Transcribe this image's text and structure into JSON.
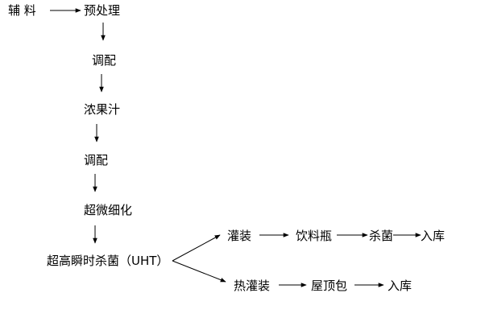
{
  "diagram": {
    "nodes": {
      "auxiliary": "辅 料",
      "pretreatment": "预处理",
      "blending_1": "调配",
      "concentrate": "浓果汁",
      "blending_2": "调配",
      "micronization": "超微细化",
      "uht": "超高瞬时杀菌（UHT）",
      "filling": "灌装",
      "beverage_bottle": "饮料瓶",
      "sterilization": "杀菌",
      "storage_top": "入库",
      "hot_filling": "热灌装",
      "gable_top": "屋顶包",
      "storage_bottom": "入库"
    },
    "edges": [
      [
        "auxiliary",
        "pretreatment"
      ],
      [
        "pretreatment",
        "blending_1"
      ],
      [
        "blending_1",
        "concentrate"
      ],
      [
        "concentrate",
        "blending_2"
      ],
      [
        "blending_2",
        "micronization"
      ],
      [
        "micronization",
        "uht"
      ],
      [
        "uht",
        "filling"
      ],
      [
        "uht",
        "hot_filling"
      ],
      [
        "filling",
        "beverage_bottle"
      ],
      [
        "beverage_bottle",
        "sterilization"
      ],
      [
        "sterilization",
        "storage_top"
      ],
      [
        "hot_filling",
        "gable_top"
      ],
      [
        "gable_top",
        "storage_bottom"
      ]
    ],
    "colors": {
      "text": "#000000",
      "arrow": "#000000",
      "background": "#ffffff"
    }
  }
}
